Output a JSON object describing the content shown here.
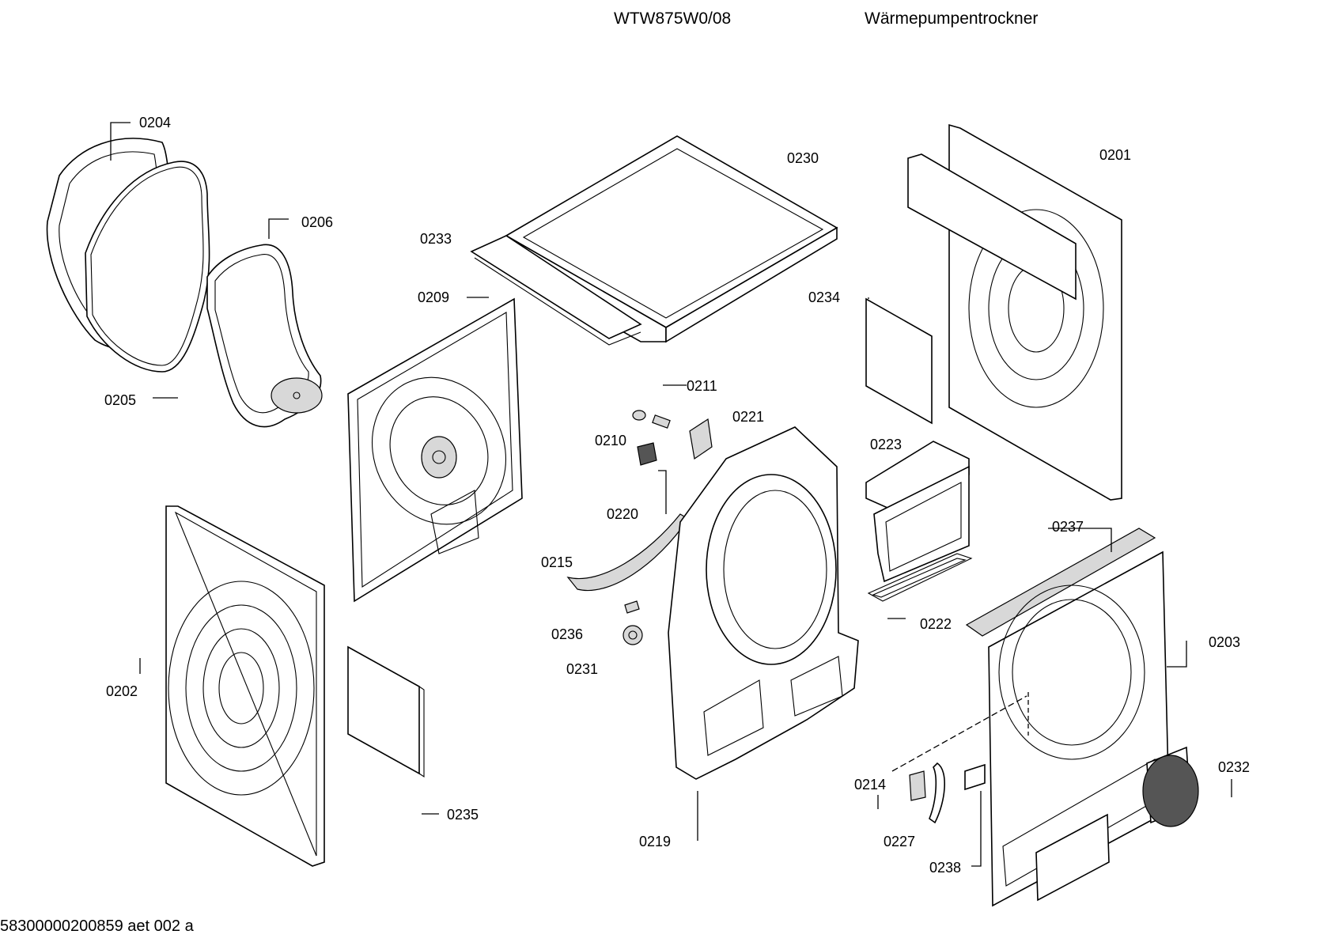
{
  "header": {
    "model": "WTW875W0/08",
    "description": "Wärmepumpentrockner"
  },
  "footer": {
    "doc_id": "58300000200859 aet 002 a"
  },
  "callouts": [
    "0204",
    "0206",
    "0205",
    "0233",
    "0230",
    "0201",
    "0209",
    "0234",
    "0211",
    "0210",
    "0221",
    "0223",
    "0220",
    "0215",
    "0237",
    "0236",
    "0222",
    "0203",
    "0231",
    "0202",
    "0214",
    "0232",
    "0227",
    "0235",
    "0219",
    "0238"
  ]
}
